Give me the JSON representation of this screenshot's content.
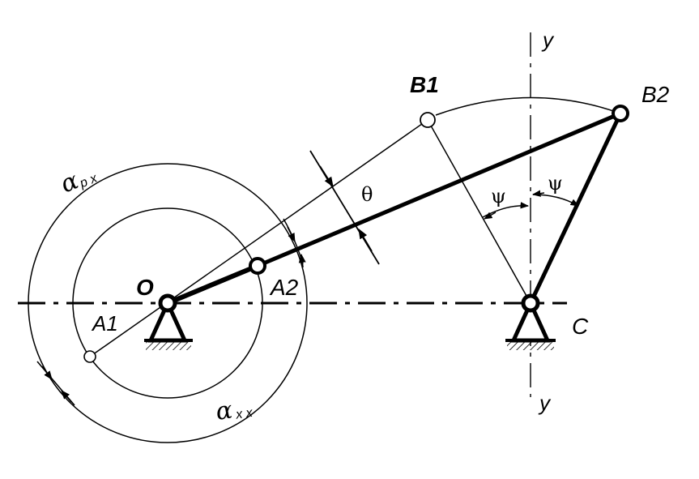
{
  "diagram": {
    "points": {
      "O": "O",
      "A1": "A1",
      "A2": "A2",
      "B1": "B1",
      "B2": "B2",
      "C": "C"
    },
    "axis_labels": {
      "y_top": "y",
      "y_bottom": "y"
    },
    "angles": {
      "theta": "θ",
      "psi_left": "ψ",
      "psi_right": "ψ",
      "alpha_rx_main": "α",
      "alpha_rx_sub": "р х",
      "alpha_xx_main": "α",
      "alpha_xx_sub": "х х"
    }
  }
}
